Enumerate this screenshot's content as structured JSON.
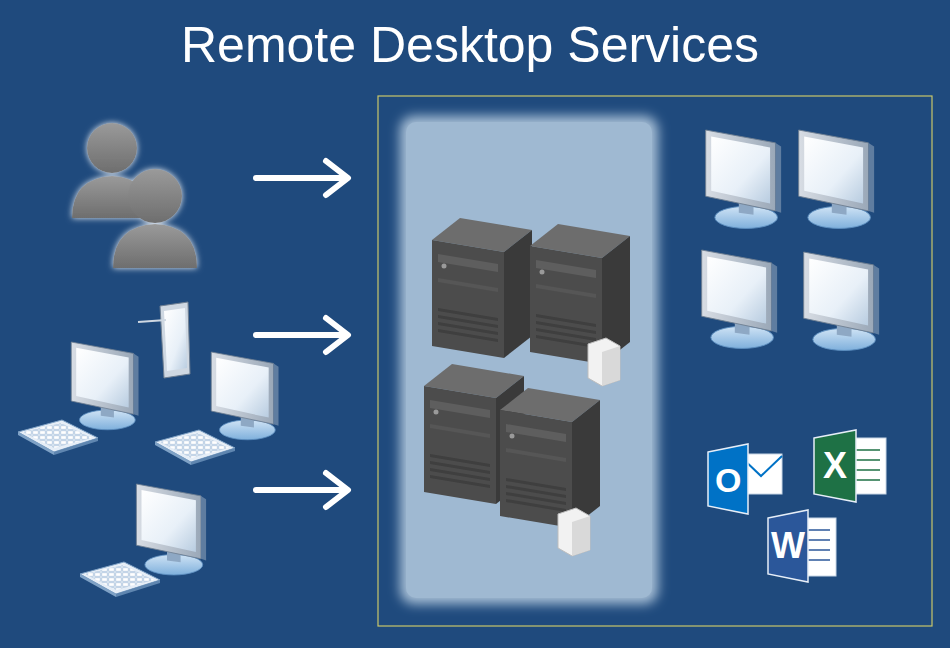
{
  "diagram": {
    "title": "Remote Desktop Services",
    "labels": [
      "O",
      "X",
      "W"
    ]
  }
}
